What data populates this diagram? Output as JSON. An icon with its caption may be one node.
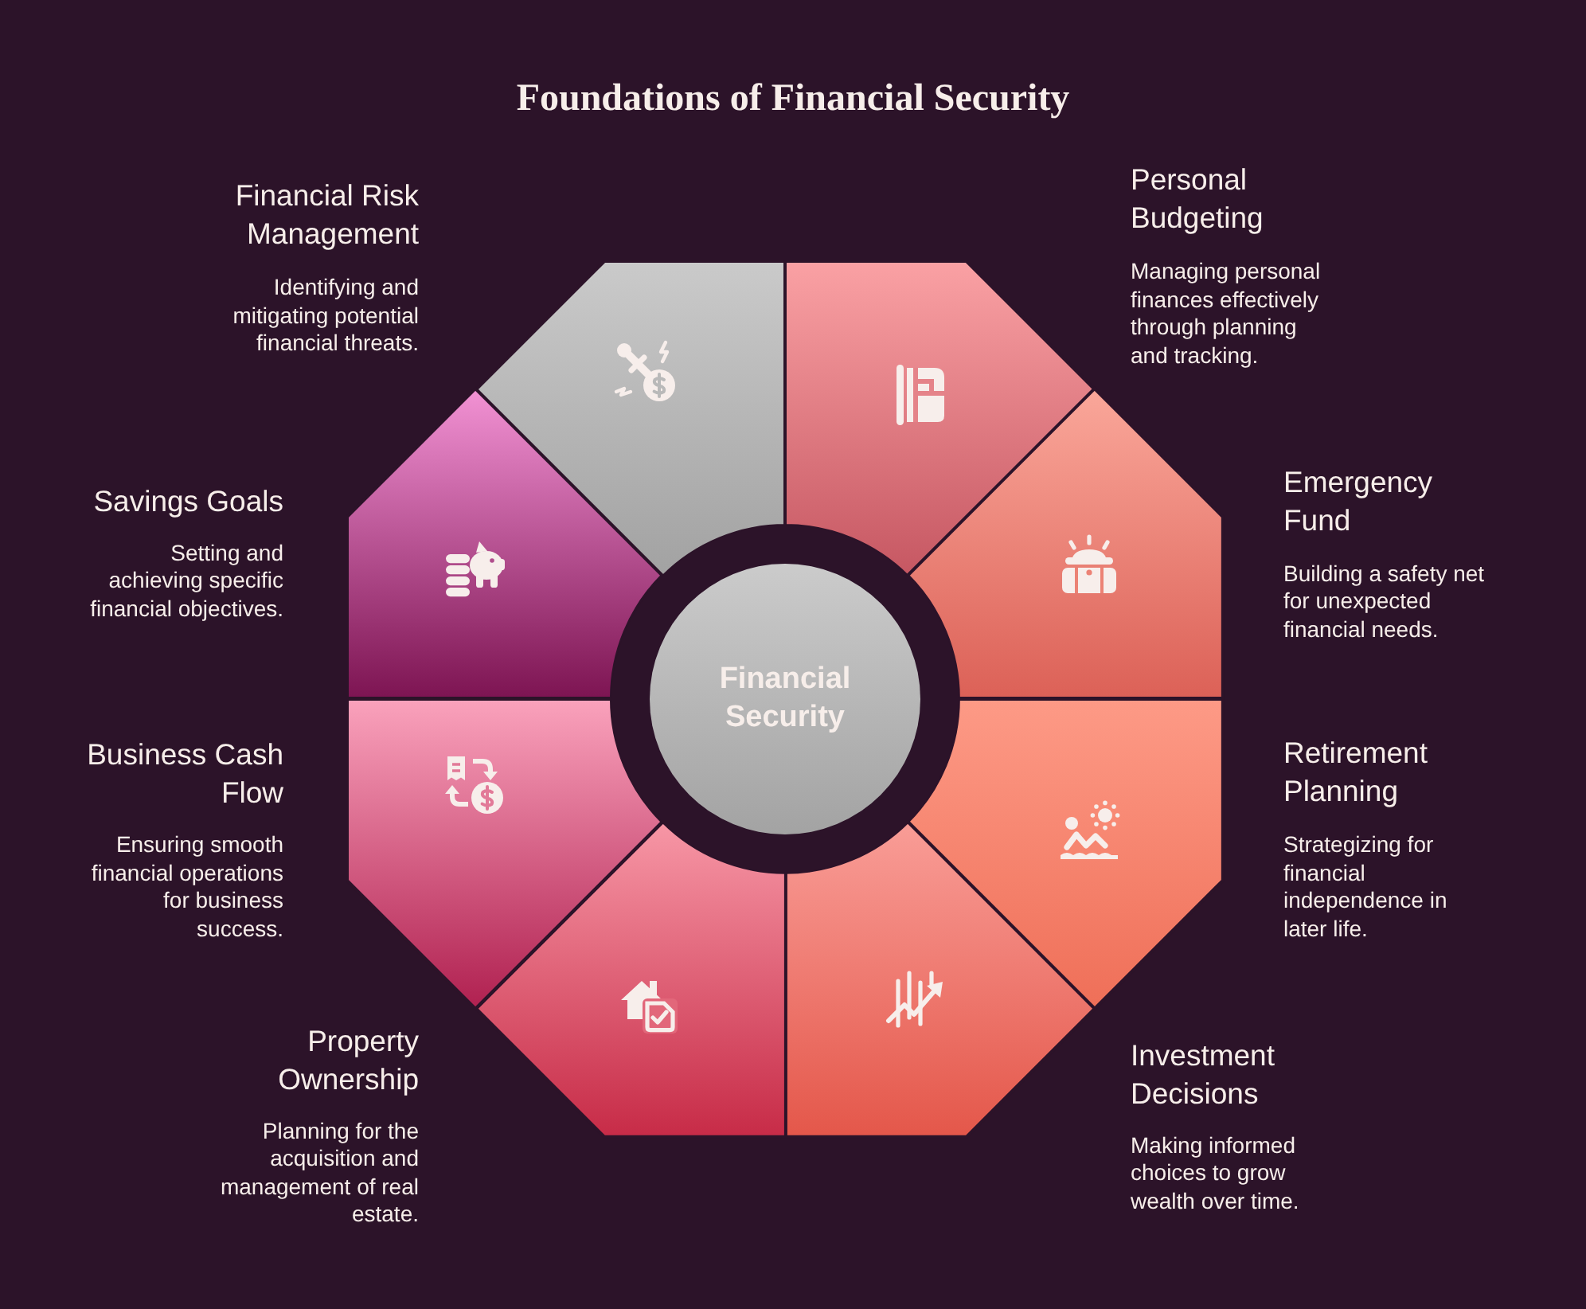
{
  "diagram": {
    "title": "Foundations of Financial Security",
    "nodes": [
      {
        "text": [
          "Financial Security"
        ]
      },
      {
        "text": [
          "Financial Risk Management",
          "Identifying and mitigating potential financial threats."
        ]
      },
      {
        "text": [
          "Personal Budgeting",
          "Managing personal finances effectively through planning and tracking."
        ]
      },
      {
        "text": [
          "Emergency Fund",
          "Building a safety net for unexpected financial needs."
        ]
      },
      {
        "text": [
          "Retirement Planning",
          "Strategizing for financial independence in later life."
        ]
      },
      {
        "text": [
          "Investment Decisions",
          "Making informed choices to grow wealth over time."
        ]
      },
      {
        "text": [
          "Property Ownership",
          "Planning for the acquisition and management of real estate."
        ]
      },
      {
        "text": [
          "Business Cash Flow",
          "Ensuring smooth financial operations for business success."
        ]
      },
      {
        "text": [
          "Savings Goals",
          "Setting and achieving specific financial objectives."
        ]
      }
    ]
  }
}
